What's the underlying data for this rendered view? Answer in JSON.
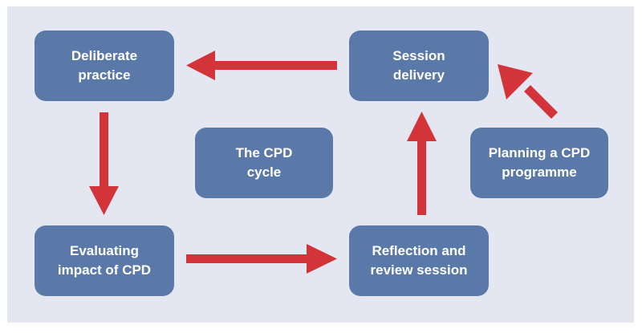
{
  "diagram": {
    "nodes": {
      "deliberate_practice": {
        "line1": "Deliberate",
        "line2": "practice"
      },
      "session_delivery": {
        "line1": "Session",
        "line2": "delivery"
      },
      "cpd_cycle": {
        "line1": "The CPD",
        "line2": "cycle"
      },
      "planning_programme": {
        "line1": "Planning a CPD",
        "line2": "programme"
      },
      "evaluating_impact": {
        "line1": "Evaluating",
        "line2": "impact of CPD"
      },
      "reflection_review": {
        "line1": "Reflection and",
        "line2": "review session"
      }
    },
    "colors": {
      "background": "#e4e7f2",
      "node_fill": "#5a79a9",
      "node_text": "#ffffff",
      "arrow": "#d3343a"
    }
  }
}
